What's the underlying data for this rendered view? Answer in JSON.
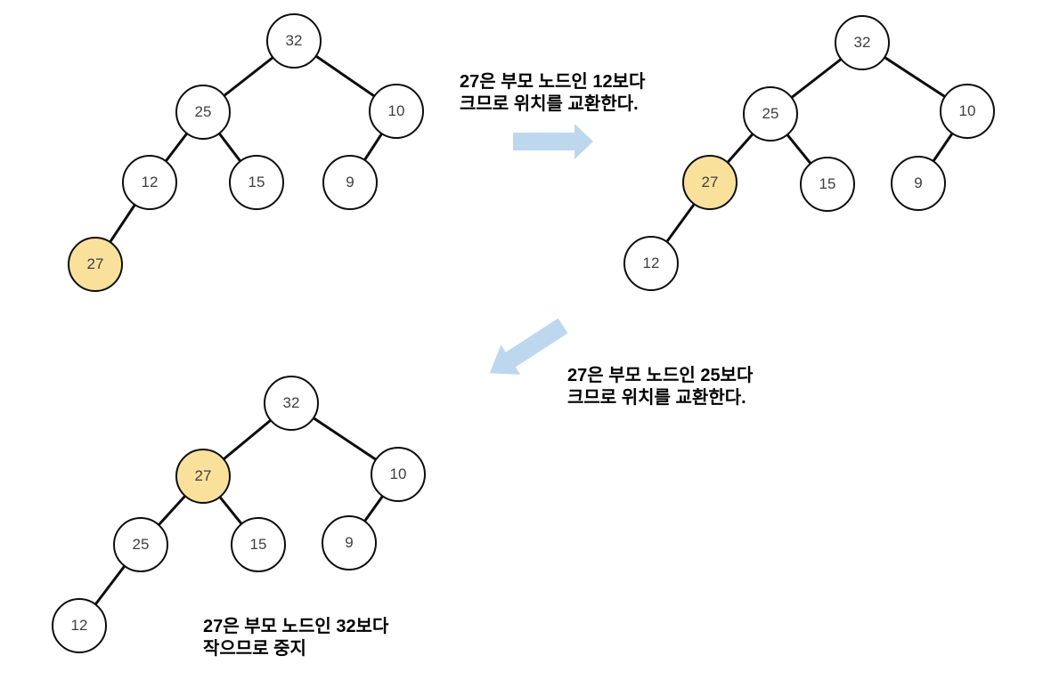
{
  "colors": {
    "node_fill": "#FFFFFF",
    "node_highlight_fill": "#F9E19C",
    "node_border": "#0D0D0D",
    "edge_color": "#0D0D0D",
    "arrow_fill": "#BDD7EE",
    "annotation_text_color": "#000000",
    "node_text_color": "#3F3F3F"
  },
  "diagram": {
    "topic": "heap insertion sift-up steps",
    "inserted_value": "27"
  },
  "trees": [
    {
      "id": "step-1",
      "nodes": [
        {
          "value": "32",
          "highlighted": false
        },
        {
          "value": "25",
          "highlighted": false
        },
        {
          "value": "10",
          "highlighted": false
        },
        {
          "value": "12",
          "highlighted": false
        },
        {
          "value": "15",
          "highlighted": false
        },
        {
          "value": "9",
          "highlighted": false
        },
        {
          "value": "27",
          "highlighted": true
        }
      ],
      "edges": [
        [
          "32",
          "25"
        ],
        [
          "32",
          "10"
        ],
        [
          "25",
          "12"
        ],
        [
          "25",
          "15"
        ],
        [
          "10",
          "9"
        ],
        [
          "12",
          "27"
        ]
      ]
    },
    {
      "id": "step-2",
      "nodes": [
        {
          "value": "32",
          "highlighted": false
        },
        {
          "value": "25",
          "highlighted": false
        },
        {
          "value": "10",
          "highlighted": false
        },
        {
          "value": "27",
          "highlighted": true
        },
        {
          "value": "15",
          "highlighted": false
        },
        {
          "value": "9",
          "highlighted": false
        },
        {
          "value": "12",
          "highlighted": false
        }
      ],
      "edges": [
        [
          "32",
          "25"
        ],
        [
          "32",
          "10"
        ],
        [
          "25",
          "27"
        ],
        [
          "25",
          "15"
        ],
        [
          "10",
          "9"
        ],
        [
          "27",
          "12"
        ]
      ]
    },
    {
      "id": "step-3",
      "nodes": [
        {
          "value": "32",
          "highlighted": false
        },
        {
          "value": "27",
          "highlighted": true
        },
        {
          "value": "10",
          "highlighted": false
        },
        {
          "value": "25",
          "highlighted": false
        },
        {
          "value": "15",
          "highlighted": false
        },
        {
          "value": "9",
          "highlighted": false
        },
        {
          "value": "12",
          "highlighted": false
        }
      ],
      "edges": [
        [
          "32",
          "27"
        ],
        [
          "32",
          "10"
        ],
        [
          "27",
          "25"
        ],
        [
          "27",
          "15"
        ],
        [
          "10",
          "9"
        ],
        [
          "25",
          "12"
        ]
      ]
    }
  ],
  "annotations": [
    {
      "line1": "27은 부모 노드인 12보다",
      "line2": "크므로 위치를 교환한다."
    },
    {
      "line1": "27은 부모 노드인 25보다",
      "line2": "크므로 위치를 교환한다."
    },
    {
      "line1": "27은 부모 노드인 32보다",
      "line2": "작으므로 중지"
    }
  ],
  "arrows": [
    {
      "name": "swap-arrow-right",
      "direction": "right",
      "fill": "#BDD7EE"
    },
    {
      "name": "swap-arrow-down-left",
      "direction": "down-left",
      "fill": "#BDD7EE"
    }
  ]
}
